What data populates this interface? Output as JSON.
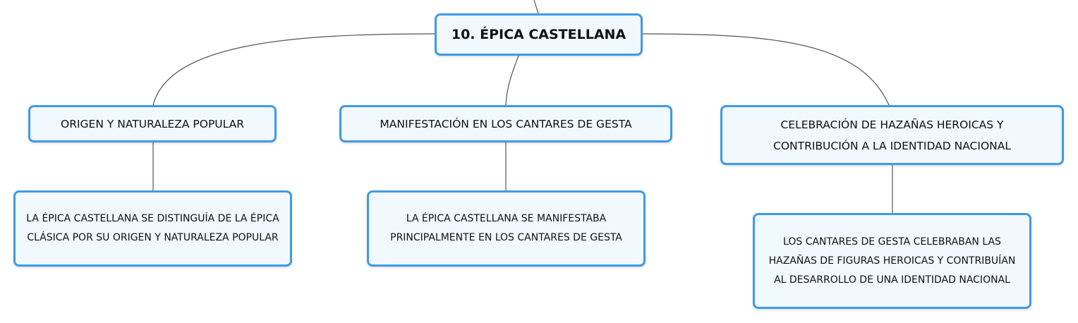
{
  "root": {
    "label": "10. ÉPICA CASTELLANA"
  },
  "topics": [
    {
      "label": "ORIGEN Y NATURALEZA POPULAR",
      "detail": "LA ÉPICA CASTELLANA SE DISTINGUÍA DE LA ÉPICA CLÁSICA POR SU ORIGEN Y NATURALEZA POPULAR"
    },
    {
      "label": "MANIFESTACIÓN EN LOS CANTARES DE GESTA",
      "detail": "LA ÉPICA CASTELLANA SE MANIFESTABA PRINCIPALMENTE EN LOS CANTARES DE GESTA"
    },
    {
      "label": "CELEBRACIÓN DE HAZAÑAS HEROICAS Y CONTRIBUCIÓN A LA IDENTIDAD NACIONAL",
      "detail": "LOS CANTARES DE GESTA CELEBRABAN LAS HAZAÑAS DE FIGURAS HEROICAS Y CONTRIBUÍAN AL DESARROLLO DE UNA IDENTIDAD NACIONAL"
    }
  ],
  "colors": {
    "node_border": "#3f9be2",
    "node_fill": "#f1f8fe",
    "connector": "#555555"
  }
}
